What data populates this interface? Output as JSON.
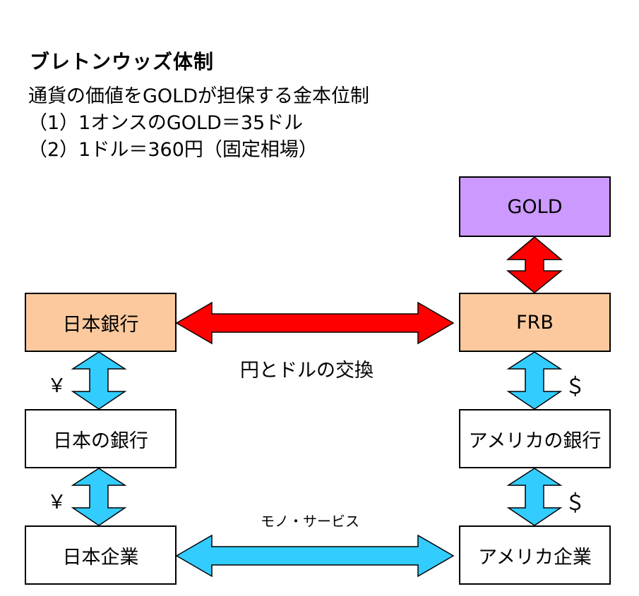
{
  "header": {
    "title": "ブレトンウッズ体制",
    "lines": [
      "通貨の価値をGOLDが担保する金本位制",
      "（1）1オンスのGOLD＝35ドル",
      "（2）1ドル＝360円（固定相場）"
    ]
  },
  "nodes": {
    "gold": "GOLD",
    "frb": "FRB",
    "boj": "日本銀行",
    "jp_bank": "日本の銀行",
    "us_bank": "アメリカの銀行",
    "jp_company": "日本企業",
    "us_company": "アメリカ企業"
  },
  "labels": {
    "exchange": "円とドルの交換",
    "goods": "モノ・サービス",
    "yen": "￥",
    "dollar": "＄"
  },
  "colors": {
    "gold_fill": "#cc99ff",
    "central_bank_fill": "#fbc99d",
    "red_arrow": "#ff0000",
    "blue_arrow": "#33ccff"
  }
}
